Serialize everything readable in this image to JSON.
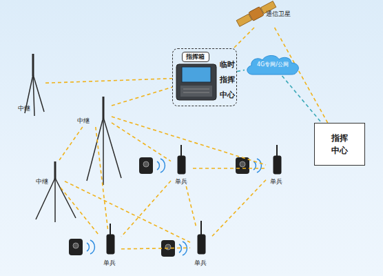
{
  "diagram": {
    "nodes": [
      {
        "text": [
          "通信卫星"
        ]
      },
      {
        "text": [
          "临时指挥中心"
        ]
      },
      {
        "text": [
          "指挥箱"
        ],
        "in": 1
      },
      {
        "text": [
          "4G专网/公网"
        ]
      },
      {
        "text": [
          "指挥中心"
        ]
      },
      {
        "text": [
          "中继"
        ]
      },
      {
        "text": [
          "中继"
        ]
      },
      {
        "text": [
          "中继"
        ]
      },
      {
        "text": [
          "单兵"
        ]
      },
      {
        "text": [
          "单兵"
        ]
      },
      {
        "text": [
          "单兵"
        ]
      },
      {
        "text": [
          "单兵"
        ]
      }
    ],
    "edges": [
      {
        "from": 5,
        "to": 1,
        "arrow": "none"
      },
      {
        "from": 6,
        "to": 1,
        "arrow": "none"
      },
      {
        "from": 0,
        "to": 1,
        "arrow": "none"
      },
      {
        "from": 0,
        "to": 4,
        "arrow": "none"
      },
      {
        "from": 1,
        "to": 3,
        "arrow": "none"
      },
      {
        "from": 3,
        "to": 4,
        "arrow": "none"
      },
      {
        "from": 6,
        "to": 7,
        "arrow": "none"
      },
      {
        "from": 6,
        "to": 8,
        "arrow": "none"
      },
      {
        "from": 6,
        "to": 9,
        "arrow": "none"
      },
      {
        "from": 6,
        "to": 10,
        "arrow": "none"
      },
      {
        "from": 7,
        "to": 10,
        "arrow": "none"
      },
      {
        "from": 7,
        "to": 11,
        "arrow": "none"
      },
      {
        "from": 8,
        "to": 9,
        "arrow": "none"
      },
      {
        "from": 8,
        "to": 10,
        "arrow": "none"
      },
      {
        "from": 8,
        "to": 11,
        "arrow": "none"
      },
      {
        "from": 9,
        "to": 11,
        "arrow": "none"
      },
      {
        "from": 10,
        "to": 11,
        "arrow": "none"
      }
    ]
  }
}
